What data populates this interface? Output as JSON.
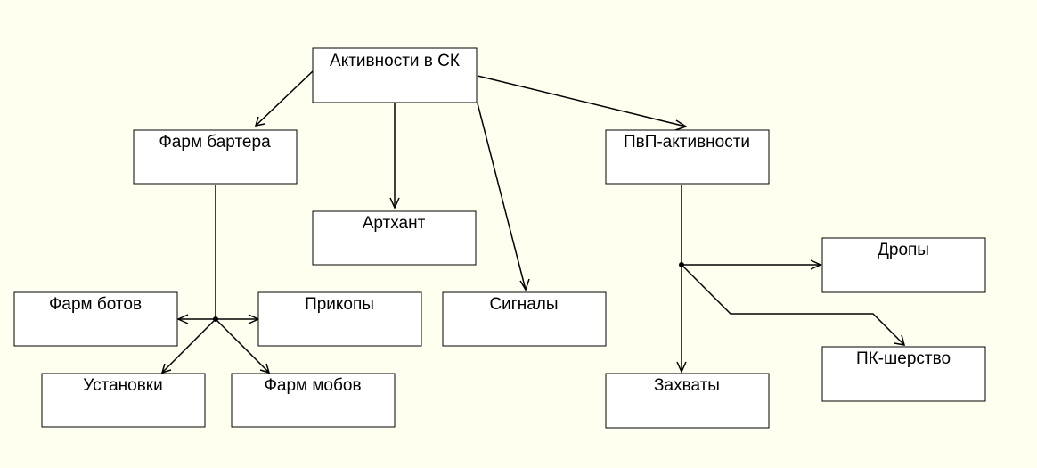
{
  "colors": {
    "background": "#fffff0",
    "box_fill": "#ffffff",
    "line": "#000000",
    "text": "#000000"
  },
  "nodes": {
    "root": "Активности в СК",
    "barter": "Фарм бартера",
    "arthunt": "Артхант",
    "signals": "Сигналы",
    "pvp": "ПвП-активности",
    "bots": "Фарм ботов",
    "prikopy": "Прикопы",
    "ustanovki": "Установки",
    "mobs": "Фарм мобов",
    "drops": "Дропы",
    "pk": "ПК-шерство",
    "captures": "Захваты"
  }
}
